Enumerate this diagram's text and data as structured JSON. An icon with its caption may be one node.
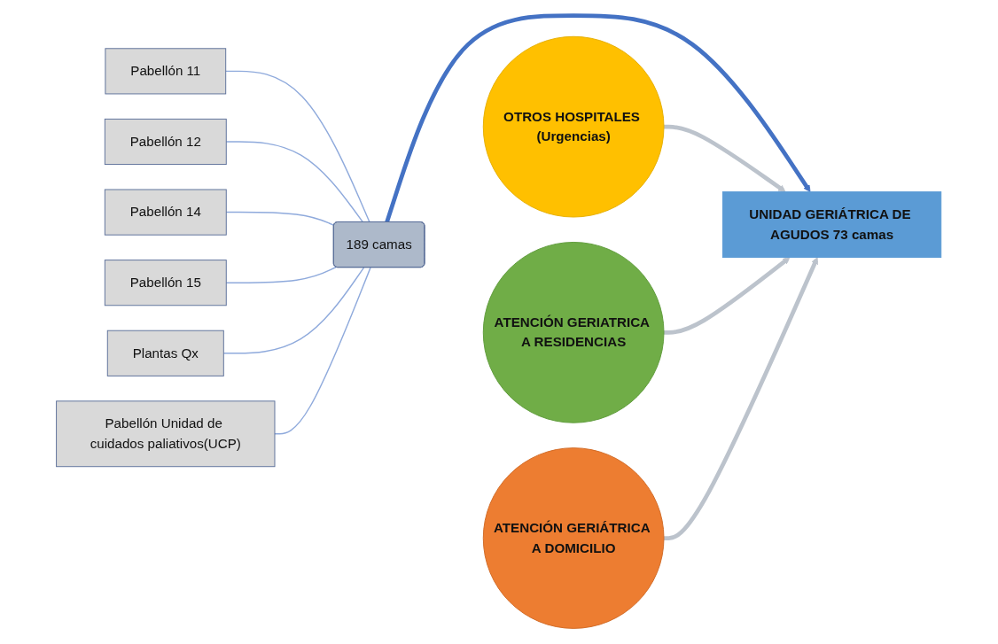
{
  "diagram": {
    "nodes": [
      {
        "text": [
          "Pabellón 11"
        ]
      },
      {
        "text": [
          "Pabellón 12"
        ]
      },
      {
        "text": [
          "Pabellón 14"
        ]
      },
      {
        "text": [
          "Pabellón 15"
        ]
      },
      {
        "text": [
          "Plantas Qx"
        ]
      },
      {
        "text": [
          "Pabellón Unidad de cuidados paliativos(UCP)"
        ]
      },
      {
        "text": [
          "189 camas"
        ]
      },
      {
        "text": [
          "UNIDAD GERIÁTRICA DE AGUDOS 73 camas"
        ]
      },
      {
        "text": [
          "OTROS HOSPITALES (Urgencias)"
        ]
      },
      {
        "text": [
          "ATENCIÓN GERIATRICA A RESIDENCIAS"
        ]
      },
      {
        "text": [
          "ATENCIÓN GERIÁTRICA A DOMICILIO"
        ]
      }
    ],
    "edges": [
      {
        "from": 0,
        "to": 6,
        "arrow": "none"
      },
      {
        "from": 1,
        "to": 6,
        "arrow": "none"
      },
      {
        "from": 2,
        "to": 6,
        "arrow": "none"
      },
      {
        "from": 3,
        "to": 6,
        "arrow": "none"
      },
      {
        "from": 4,
        "to": 6,
        "arrow": "none"
      },
      {
        "from": 5,
        "to": 6,
        "arrow": "none"
      },
      {
        "from": 6,
        "to": 7,
        "arrow": "to",
        "style": "thick",
        "color": "#4472c4"
      },
      {
        "from": 8,
        "to": 7,
        "arrow": "to",
        "style": "thick",
        "color": "#bcc3cc"
      },
      {
        "from": 9,
        "to": 7,
        "arrow": "to",
        "style": "thick",
        "color": "#bcc3cc"
      },
      {
        "from": 10,
        "to": 7,
        "arrow": "to",
        "style": "thick",
        "color": "#bcc3cc"
      }
    ]
  }
}
